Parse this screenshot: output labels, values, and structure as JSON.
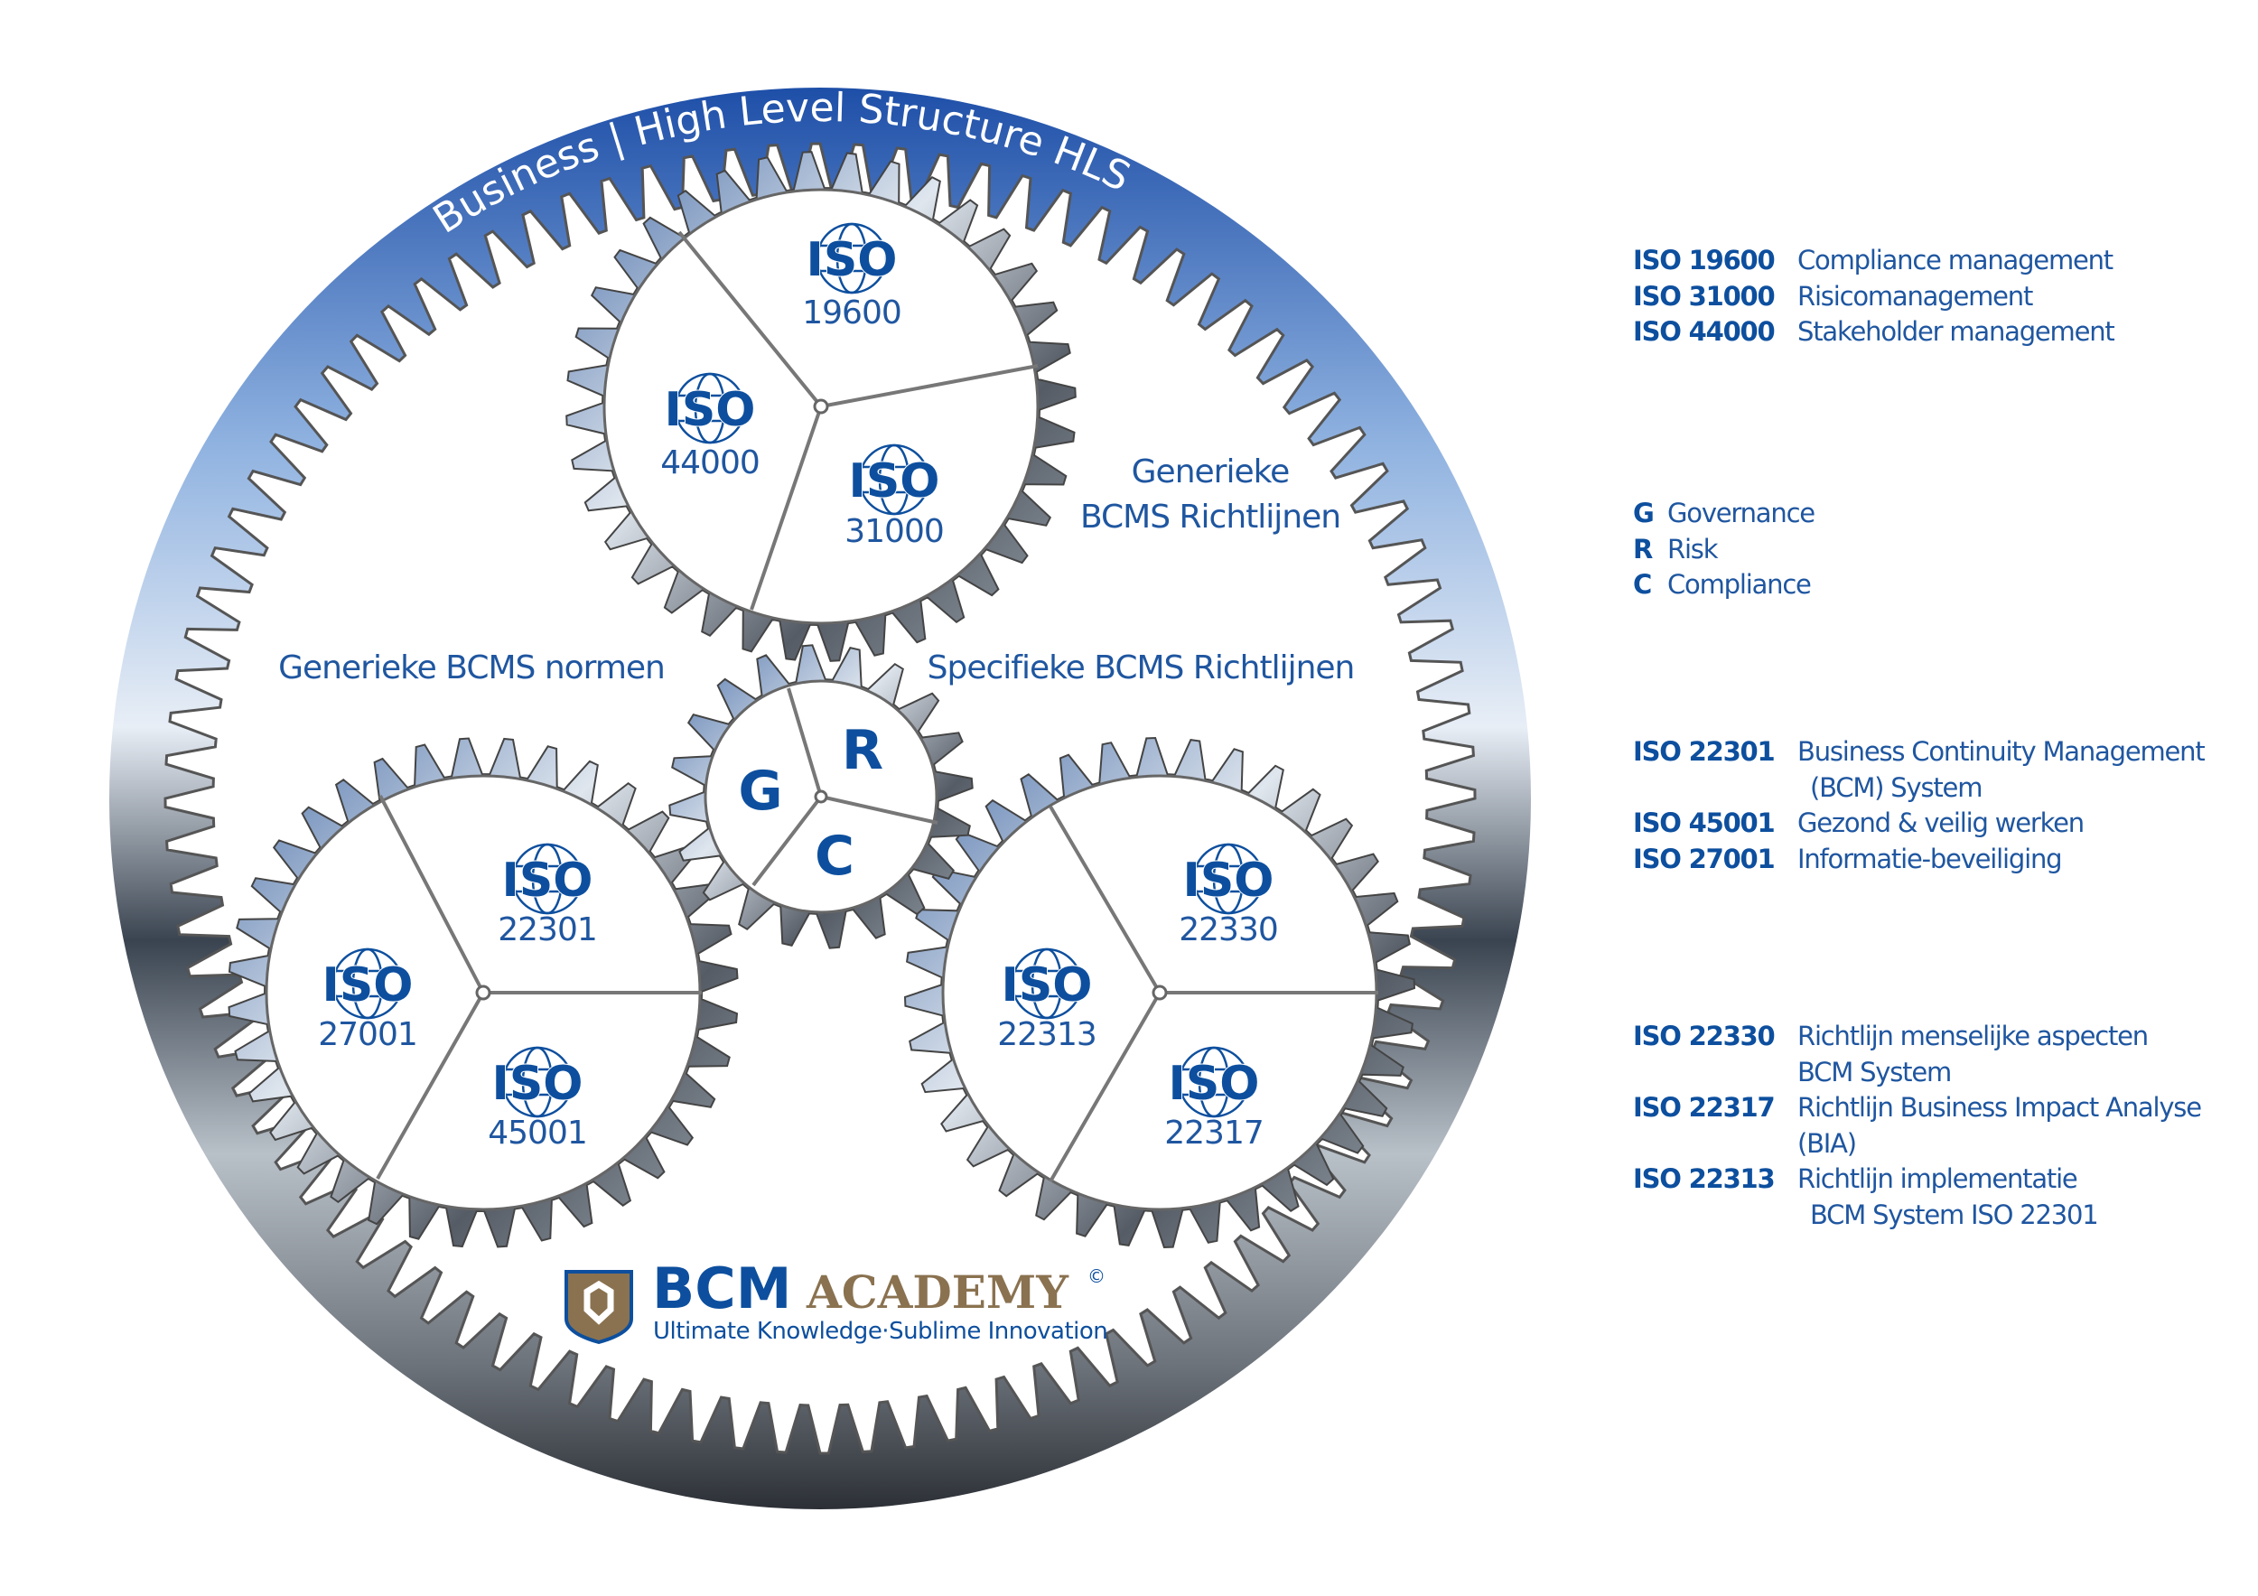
{
  "title_arc": "Business | High Level Structure HLS",
  "labels": {
    "generieke_richtlijnen_line1": "Generieke",
    "generieke_richtlijnen_line2": "BCMS Richtlijnen",
    "generieke_normen": "Generieke BCMS normen",
    "specifieke_richtlijnen": "Specifieke BCMS Richtlijnen"
  },
  "iso_word": "ISO",
  "gears": {
    "top": [
      "19600",
      "44000",
      "31000"
    ],
    "left": [
      "22301",
      "27001",
      "45001"
    ],
    "right": [
      "22330",
      "22313",
      "22317"
    ],
    "center": [
      "G",
      "R",
      "C"
    ]
  },
  "legend": {
    "group1": [
      {
        "code": "ISO 19600",
        "desc": "Compliance management"
      },
      {
        "code": "ISO 31000",
        "desc": "Risicomanagement"
      },
      {
        "code": "ISO 44000",
        "desc": "Stakeholder management"
      }
    ],
    "group2": [
      {
        "code": "G",
        "desc": "Governance"
      },
      {
        "code": "R",
        "desc": "Risk"
      },
      {
        "code": "C",
        "desc": "Compliance"
      }
    ],
    "group3": [
      {
        "code": "ISO 22301",
        "desc": "Business Continuity Management",
        "cont": "(BCM) System"
      },
      {
        "code": "ISO 45001",
        "desc": "Gezond & veilig werken"
      },
      {
        "code": "ISO 27001",
        "desc": "Informatie-beveiliging"
      }
    ],
    "group4": [
      {
        "code": "ISO 22330",
        "desc": "Richtlijn menselijke aspecten",
        "cont": "BCM System"
      },
      {
        "code": "ISO 22317",
        "desc": "Richtlijn Business Impact Analyse",
        "cont": "(BIA)"
      },
      {
        "code": "ISO 22313",
        "desc": "Richtlijn implementatie",
        "cont": "BCM System ISO 22301"
      }
    ]
  },
  "logo": {
    "bcm": "BCM",
    "academy": "ACADEMY",
    "copyright": "©",
    "tagline": "Ultimate Knowledge·Sublime Innovation"
  },
  "colors": {
    "blue": "#0d4f9e",
    "bronze": "#8a7250"
  }
}
